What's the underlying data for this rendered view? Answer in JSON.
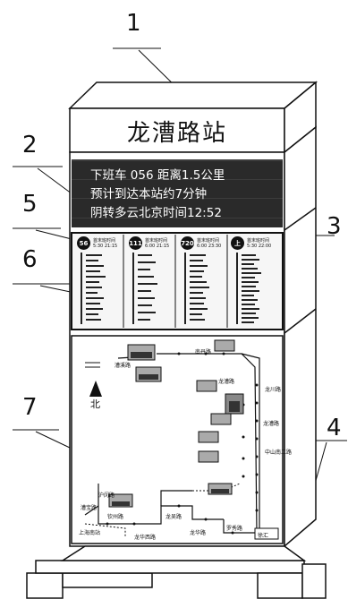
{
  "callouts": {
    "c1": "1",
    "c2": "2",
    "c3": "3",
    "c4": "4",
    "c5": "5",
    "c6": "6",
    "c7": "7"
  },
  "sign": {
    "station_name": "龙漕路站",
    "led_line1": "下班车 056 距离1.5公里",
    "led_line2": "预计到达本站约7分钟",
    "led_line3": "阴转多云北京时间12:52"
  },
  "routes": [
    {
      "number": "56",
      "header": "首末班时间",
      "sub": "5:30 21:15"
    },
    {
      "number": "111",
      "header": "首末班时间",
      "sub": "6:00 21:15"
    },
    {
      "number": "720",
      "header": "首末班时间",
      "sub": "6:00 23:30"
    },
    {
      "number": "上",
      "header": "首末班时间",
      "sub": "5:30 22:00"
    }
  ],
  "map": {
    "north_label": "北",
    "labels": {
      "top_road": "南丹路",
      "left_top": "漕溪路",
      "r1": "龙漕路",
      "station": "龙漕路",
      "bottom_road": "龙吴路",
      "b_left1": "沪闵路",
      "b_left2": "漕宝路",
      "lb": "龙川路",
      "lc": "中山南二路",
      "ld": "罗秀路",
      "le": "徐汇",
      "lf": "钦州路",
      "lg": "上海南站",
      "lh": "龙华路",
      "li": "龙华西路"
    }
  }
}
